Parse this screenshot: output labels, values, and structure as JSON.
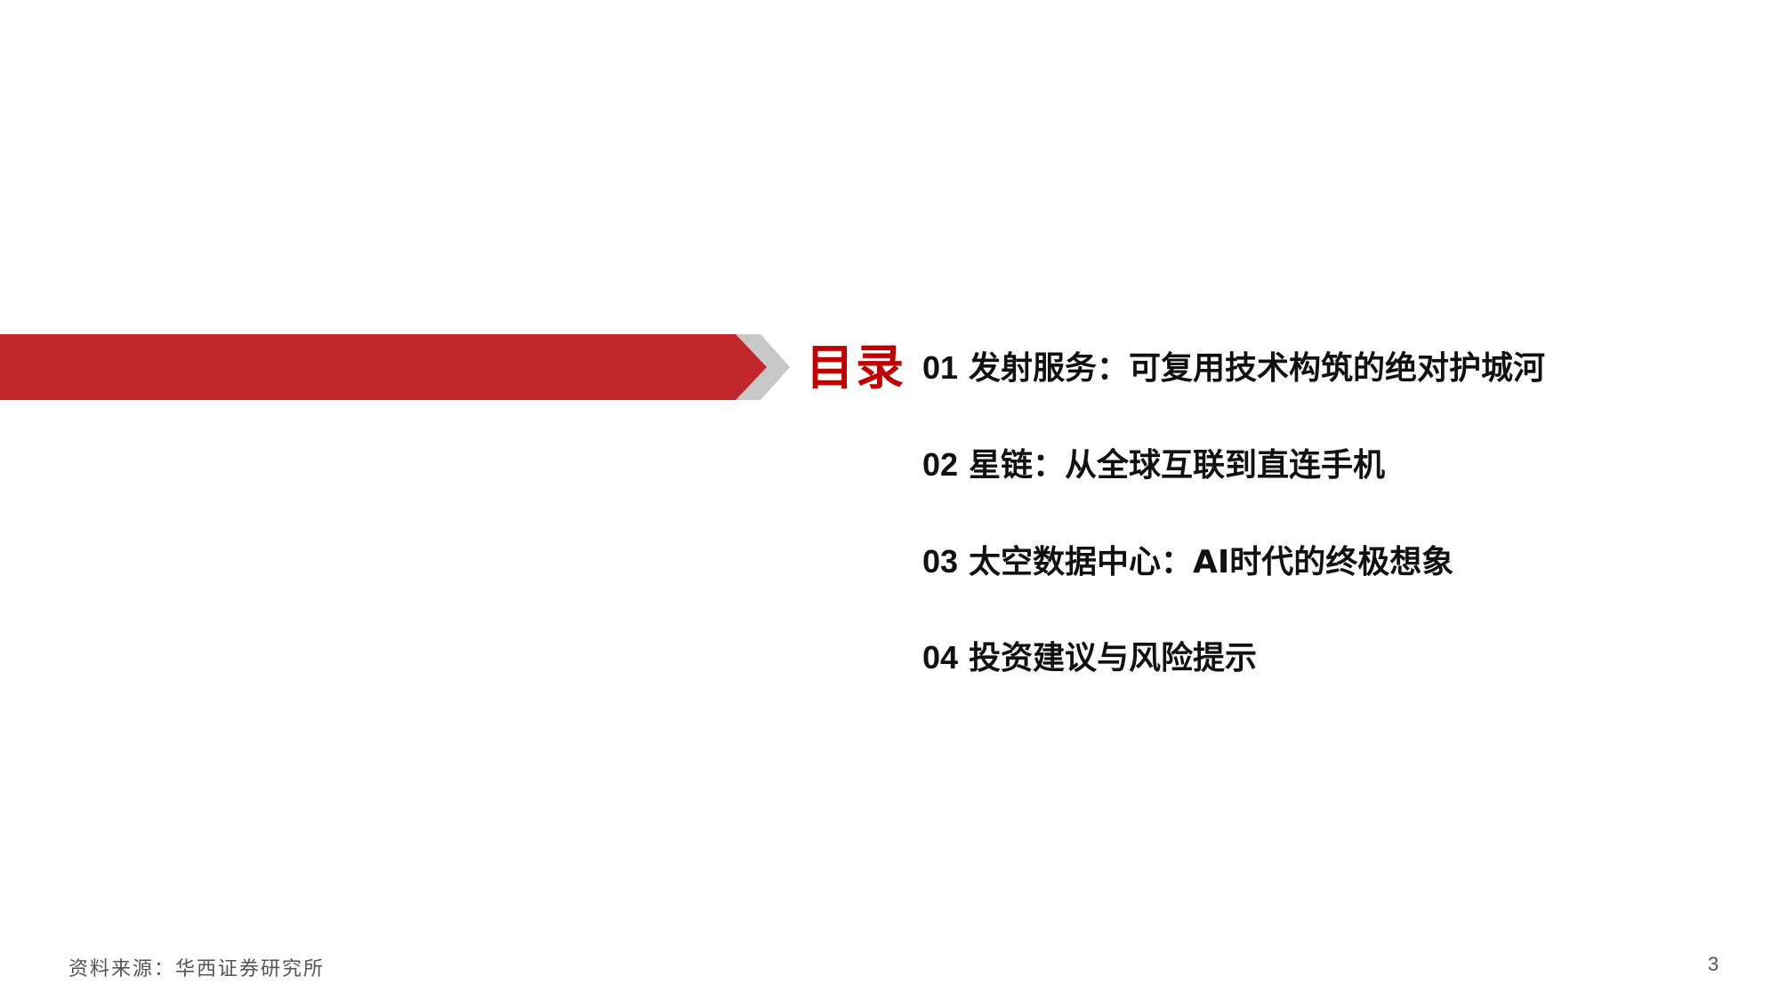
{
  "toc": {
    "title": "目录",
    "items": [
      {
        "num": "01",
        "label": "发射服务：可复用技术构筑的绝对护城河"
      },
      {
        "num": "02",
        "label": "星链：从全球互联到直连手机"
      },
      {
        "num": "03",
        "label": "太空数据中心：AI时代的终极想象"
      },
      {
        "num": "04",
        "label": "投资建议与风险提示"
      }
    ]
  },
  "footer": {
    "source": "资料来源：华西证券研究所",
    "page_number": "3"
  },
  "colors": {
    "accent_red": "#c0262a",
    "chevron_gray": "#c8c8c8",
    "title_red": "#c00000"
  }
}
